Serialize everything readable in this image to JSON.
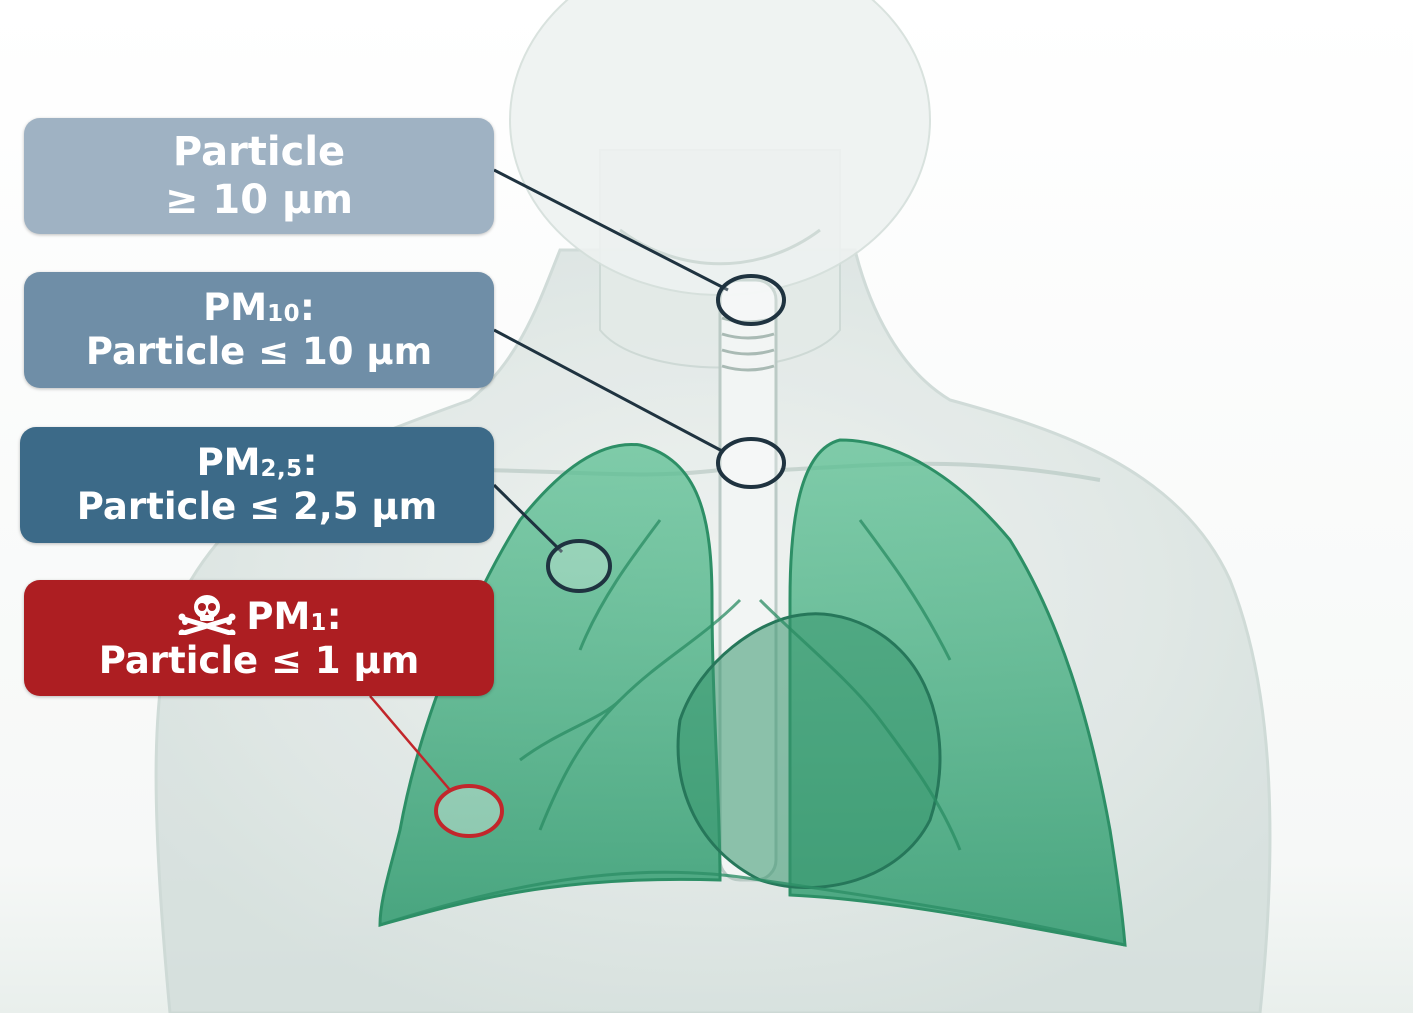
{
  "labels": [
    {
      "line1": "Particle",
      "line2": "≥ 10 μm"
    },
    {
      "title": "PM",
      "sub": "10",
      "suffix": ":",
      "line2": "Particle ≤ 10 μm"
    },
    {
      "title": "PM",
      "sub": "2,5",
      "suffix": ":",
      "line2": "Particle ≤ 2,5 μm"
    },
    {
      "icon": "skull-crossbones-icon",
      "title": "PM",
      "sub": "1",
      "suffix": ":",
      "line2": "Particle ≤ 1 μm"
    }
  ],
  "colors": {
    "box1": "#9fb2c3",
    "box2": "#6f8ea7",
    "box3": "#3c6a88",
    "box4": "#ad1e22",
    "connector_dark": "#1f3340",
    "connector_red": "#c2262b",
    "lungs": "#3fa57b",
    "body": "#dfe8e5"
  }
}
